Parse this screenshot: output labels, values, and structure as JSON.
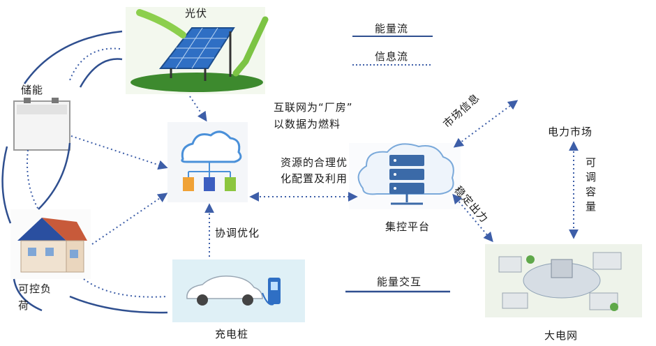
{
  "nodes": {
    "solar": "光伏",
    "storage": "储能",
    "load": "可控负荷",
    "charging": "充电桩",
    "aggregator": "集控平台",
    "market": "电力市场",
    "grid": "大电网"
  },
  "legend": {
    "energy_flow": "能量流",
    "info_flow": "信息流"
  },
  "annotations": {
    "internet_factory_line1": "互联网为“厂房”",
    "internet_factory_line2": "以数据为燃料",
    "resource_line1": "资源的合理优",
    "resource_line2": "化配置及利用",
    "market_info": "市场信息",
    "stable_output": "稳定出力",
    "adjustable_capacity": "可调容量",
    "coordination": "协调优化",
    "energy_exchange": "能量交互"
  },
  "colors": {
    "energy_line": "#2f4f8f",
    "info_line": "#3d5ea8",
    "cloud": "#4a90d9",
    "server": "#3b6aa8"
  }
}
